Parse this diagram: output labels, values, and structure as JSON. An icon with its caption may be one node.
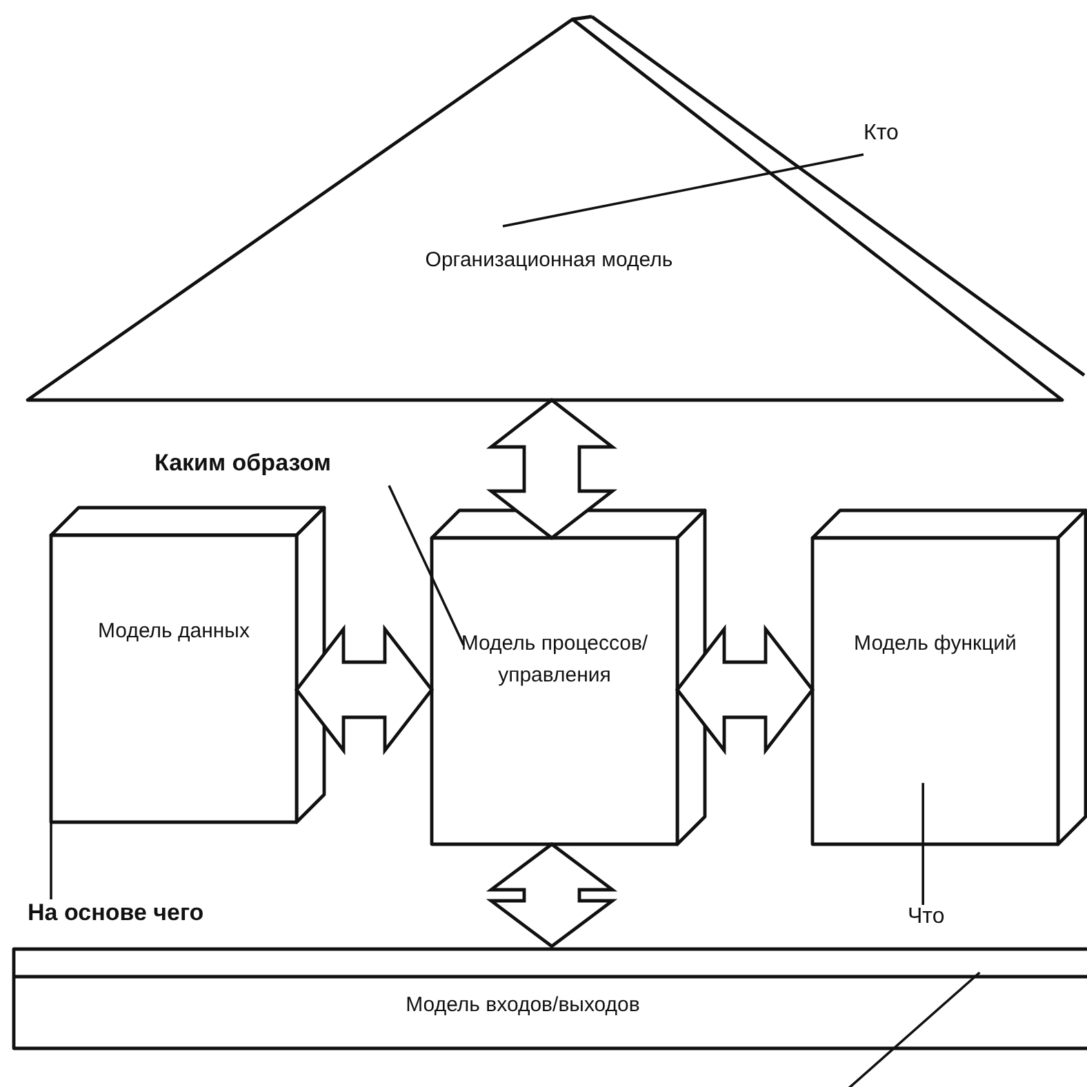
{
  "diagram": {
    "nodes": [
      {
        "text": [
          "Организационная модель"
        ]
      },
      {
        "text": [
          "Модель данных"
        ]
      },
      {
        "text": [
          "Модель процессов/ управления"
        ]
      },
      {
        "text": [
          "Модель функций"
        ]
      },
      {
        "text": [
          "Модель входов/выходов"
        ]
      },
      {
        "text": [
          "Кто"
        ]
      },
      {
        "text": [
          "Каким образом"
        ]
      },
      {
        "text": [
          "На основе чего"
        ]
      },
      {
        "text": [
          "Что"
        ]
      }
    ],
    "edges": [
      {
        "from": 0,
        "to": 2,
        "arrow": "both",
        "style": "thick"
      },
      {
        "from": 1,
        "to": 2,
        "arrow": "both",
        "style": "thick"
      },
      {
        "from": 2,
        "to": 3,
        "arrow": "both",
        "style": "thick"
      },
      {
        "from": 2,
        "to": 4,
        "arrow": "both",
        "style": "thick"
      },
      {
        "from": 5,
        "to": 0,
        "arrow": "none"
      },
      {
        "from": 6,
        "to": 2,
        "arrow": "none"
      },
      {
        "from": 7,
        "to": 1,
        "arrow": "none"
      },
      {
        "from": 8,
        "to": 3,
        "arrow": "none"
      },
      {
        "from": null,
        "to": 4,
        "arrow": "none"
      }
    ]
  }
}
